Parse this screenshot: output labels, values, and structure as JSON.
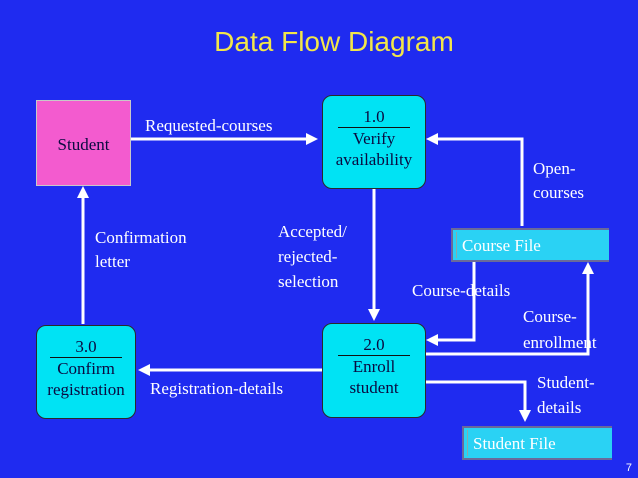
{
  "title": "Data Flow Diagram",
  "entities": {
    "student": "Student"
  },
  "processes": {
    "p1": {
      "id": "1.0",
      "line1": "Verify",
      "line2": "availability"
    },
    "p2": {
      "id": "2.0",
      "line1": "Enroll",
      "line2": "student"
    },
    "p3": {
      "id": "3.0",
      "line1": "Confirm",
      "line2": "registration"
    }
  },
  "stores": {
    "course_file": "Course File",
    "student_file": "Student File"
  },
  "flows": {
    "requested_courses": "Requested-courses",
    "open_courses_1": "Open-",
    "open_courses_2": "courses",
    "accepted_1": "Accepted/",
    "accepted_2": "rejected-",
    "accepted_3": "selection",
    "confirmation_1": "Confirmation",
    "confirmation_2": "letter",
    "course_details": "Course-details",
    "course_enrollment_1": "Course-",
    "course_enrollment_2": "enrollment",
    "registration_details": "Registration-details",
    "student_details_1": "Student-",
    "student_details_2": "details"
  },
  "page_number": "7"
}
